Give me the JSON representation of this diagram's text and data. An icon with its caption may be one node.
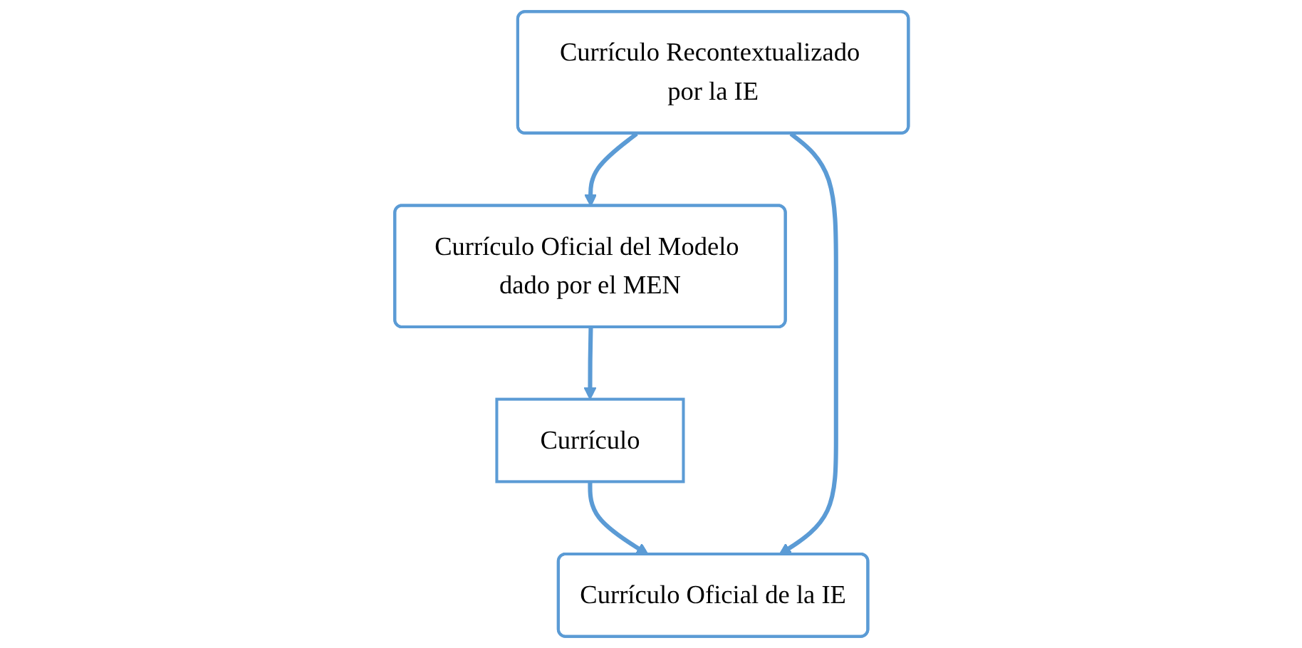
{
  "diagram": {
    "nodes": [
      {
        "text": [
          "Currículo"
        ]
      },
      {
        "text": [
          "Currículo Oficial del Modelo dado por el MEN"
        ]
      },
      {
        "text": [
          "Currículo Oficial de la IE"
        ]
      },
      {
        "text": [
          "Currículo Recontextualizado por la IE"
        ]
      }
    ],
    "edges": [
      {
        "from": 1,
        "to": 0,
        "arrow": "to"
      },
      {
        "from": 0,
        "to": 2,
        "arrow": "to"
      },
      {
        "from": 3,
        "to": 2,
        "arrow": "to"
      },
      {
        "from": 3,
        "to": 1,
        "arrow": "to"
      }
    ]
  }
}
